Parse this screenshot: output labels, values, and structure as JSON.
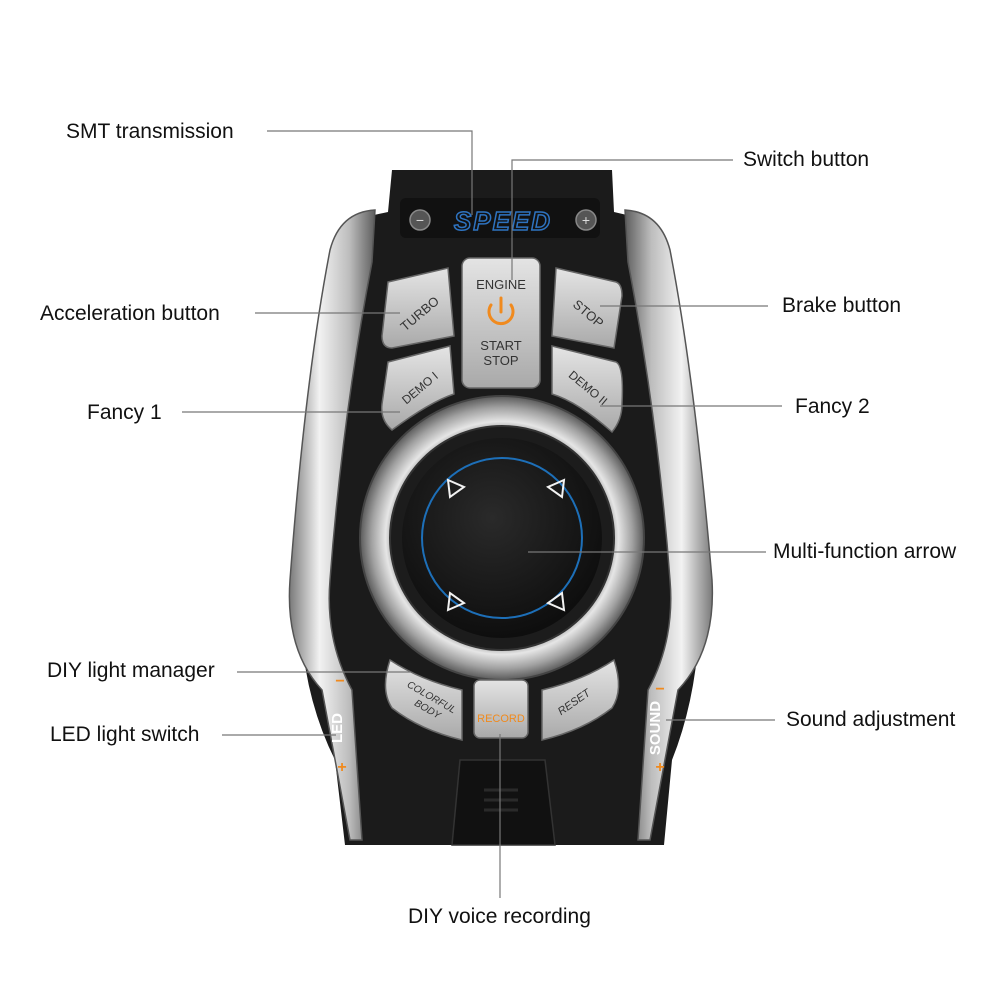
{
  "callouts": {
    "smt": "SMT transmission",
    "switch": "Switch button",
    "accel": "Acceleration button",
    "brake": "Brake button",
    "fancy1": "Fancy 1",
    "fancy2": "Fancy 2",
    "multi": "Multi-function arrow",
    "diy_light": "DIY light manager",
    "led_switch": "LED light switch",
    "sound_adj": "Sound adjustment",
    "diy_voice": "DIY voice recording"
  },
  "device": {
    "brand": "SPEED",
    "minus": "−",
    "plus": "+",
    "turbo": "TURBO",
    "engine": "ENGINE",
    "start": "START",
    "stop_engine": "STOP",
    "stop": "STOP",
    "demo1": "DEMO I",
    "demo2": "DEMO II",
    "colorful": "COLORFUL",
    "body": "BODY",
    "record": "RECORD",
    "reset": "RESET",
    "led": "LED",
    "sound": "SOUND",
    "led_minus": "−",
    "led_plus": "+",
    "sound_minus": "−",
    "sound_plus": "+"
  },
  "colors": {
    "accent_orange": "#f08a1e",
    "accent_blue": "#1d6fb8",
    "body_black": "#1b1b1b",
    "chrome": "#c8c8c8"
  }
}
